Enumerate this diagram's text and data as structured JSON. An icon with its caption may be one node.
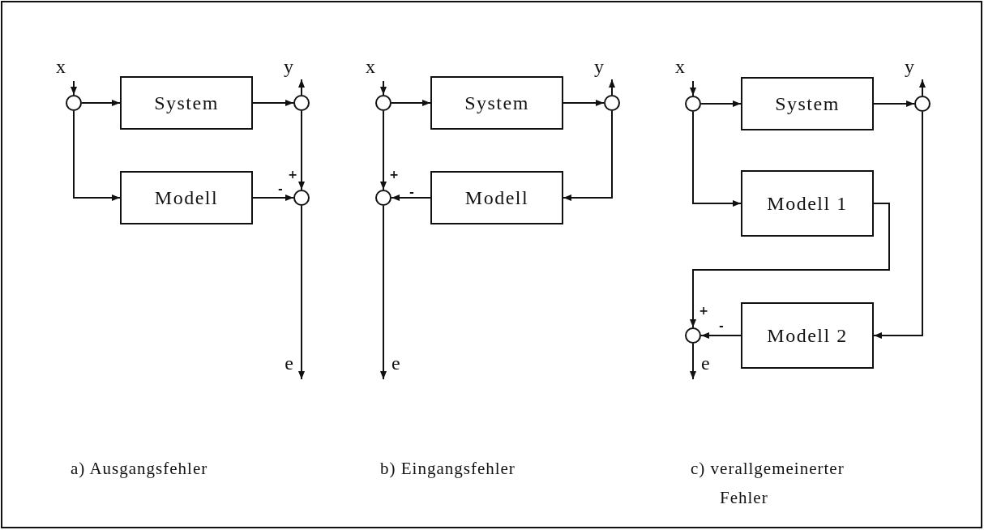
{
  "diagram": {
    "nodes": [
      {
        "text": [],
        "shape": "circle"
      },
      {
        "text": [
          "System"
        ]
      },
      {
        "text": [],
        "shape": "circle"
      },
      {
        "text": [
          "Modell"
        ]
      },
      {
        "text": [],
        "shape": "circle"
      },
      {
        "text": [],
        "shape": "circle"
      },
      {
        "text": [
          "System"
        ]
      },
      {
        "text": [],
        "shape": "circle"
      },
      {
        "text": [
          "Modell"
        ]
      },
      {
        "text": [],
        "shape": "circle"
      },
      {
        "text": [],
        "shape": "circle"
      },
      {
        "text": [
          "System"
        ]
      },
      {
        "text": [],
        "shape": "circle"
      },
      {
        "text": [
          "Modell 1"
        ]
      },
      {
        "text": [
          "Modell 2"
        ]
      },
      {
        "text": [],
        "shape": "circle"
      },
      {
        "text": [
          "x"
        ]
      },
      {
        "text": [
          "y"
        ]
      },
      {
        "text": [
          "e"
        ]
      },
      {
        "text": [
          "x"
        ]
      },
      {
        "text": [
          "y"
        ]
      },
      {
        "text": [
          "e"
        ]
      },
      {
        "text": [
          "x"
        ]
      },
      {
        "text": [
          "y"
        ]
      },
      {
        "text": [
          "e"
        ]
      }
    ],
    "edges": [
      {
        "from": 16,
        "to": 0,
        "arrow": "to"
      },
      {
        "from": 0,
        "to": 1,
        "arrow": "to"
      },
      {
        "from": 1,
        "to": 2,
        "arrow": "to"
      },
      {
        "from": 2,
        "to": 17,
        "arrow": "to"
      },
      {
        "from": 0,
        "to": 3,
        "arrow": "to"
      },
      {
        "from": 3,
        "to": 4,
        "arrow": "to"
      },
      {
        "from": 2,
        "to": 4,
        "arrow": "to"
      },
      {
        "from": 4,
        "to": 18,
        "arrow": "to"
      },
      {
        "from": 19,
        "to": 5,
        "arrow": "to"
      },
      {
        "from": 5,
        "to": 6,
        "arrow": "to"
      },
      {
        "from": 6,
        "to": 7,
        "arrow": "to"
      },
      {
        "from": 7,
        "to": 20,
        "arrow": "to"
      },
      {
        "from": 7,
        "to": 8,
        "arrow": "to"
      },
      {
        "from": 8,
        "to": 9,
        "arrow": "to"
      },
      {
        "from": 5,
        "to": 9,
        "arrow": "to"
      },
      {
        "from": 9,
        "to": 21,
        "arrow": "to"
      },
      {
        "from": 22,
        "to": 10,
        "arrow": "to"
      },
      {
        "from": 10,
        "to": 11,
        "arrow": "to"
      },
      {
        "from": 11,
        "to": 12,
        "arrow": "to"
      },
      {
        "from": 12,
        "to": 23,
        "arrow": "to"
      },
      {
        "from": 10,
        "to": 13,
        "arrow": "to"
      },
      {
        "from": 13,
        "to": 15,
        "arrow": "to"
      },
      {
        "from": 12,
        "to": 14,
        "arrow": "to"
      },
      {
        "from": 14,
        "to": 15,
        "arrow": "to"
      },
      {
        "from": 15,
        "to": 24,
        "arrow": "to"
      }
    ],
    "labels": [
      "+",
      "-",
      "+",
      "-",
      "+",
      "-",
      "a) Ausgangsfehler",
      "b) Eingangsfehler",
      "c) verallgemeinerter Fehler"
    ]
  }
}
